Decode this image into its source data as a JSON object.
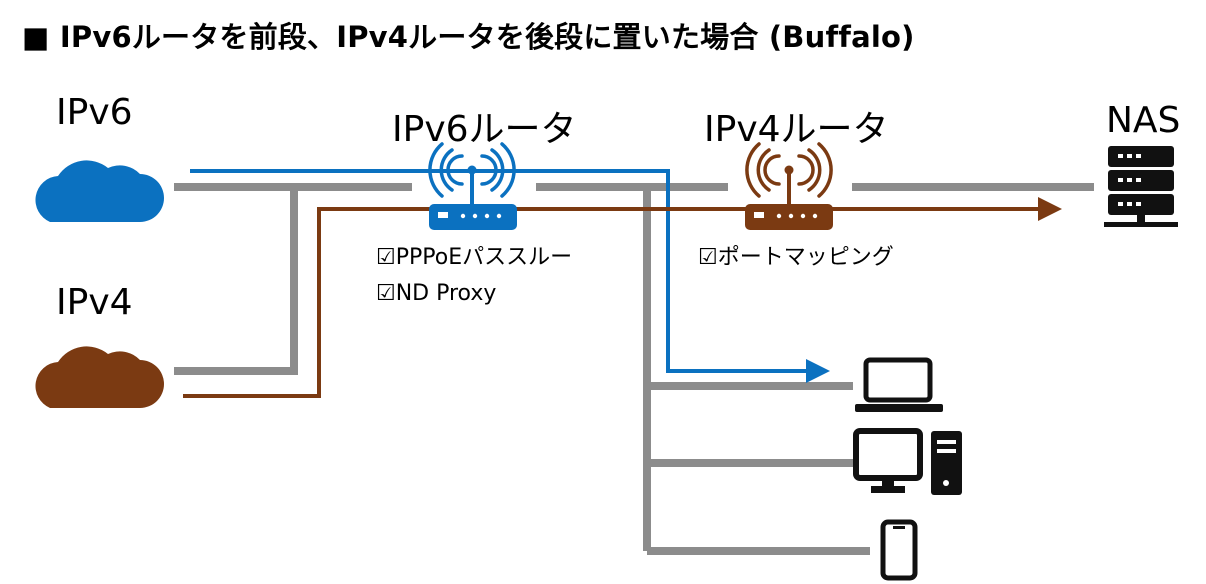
{
  "title": "■ IPv6ルータを前段、IPv4ルータを後段に置いた場合 (Buffalo)",
  "labels": {
    "ipv6_cloud": "IPv6",
    "ipv4_cloud": "IPv4",
    "ipv6_router": "IPv6ルータ",
    "ipv4_router": "IPv4ルータ",
    "nas": "NAS"
  },
  "ipv6_router_options": [
    "☑PPPoEパススルー",
    "☑ND Proxy"
  ],
  "ipv4_router_options": [
    "☑ポートマッピング"
  ],
  "colors": {
    "ipv6": "#0b71c0",
    "ipv4": "#7b3a12",
    "cable": "#8c8c8c",
    "device": "#111111"
  },
  "icons": {
    "ipv6_cloud": "cloud-icon",
    "ipv4_cloud": "cloud-icon",
    "ipv6_router": "wifi-router-icon",
    "ipv4_router": "wifi-router-icon",
    "nas": "server-icon",
    "laptop": "laptop-icon",
    "desktop": "desktop-pc-icon",
    "smartphone": "smartphone-icon"
  }
}
